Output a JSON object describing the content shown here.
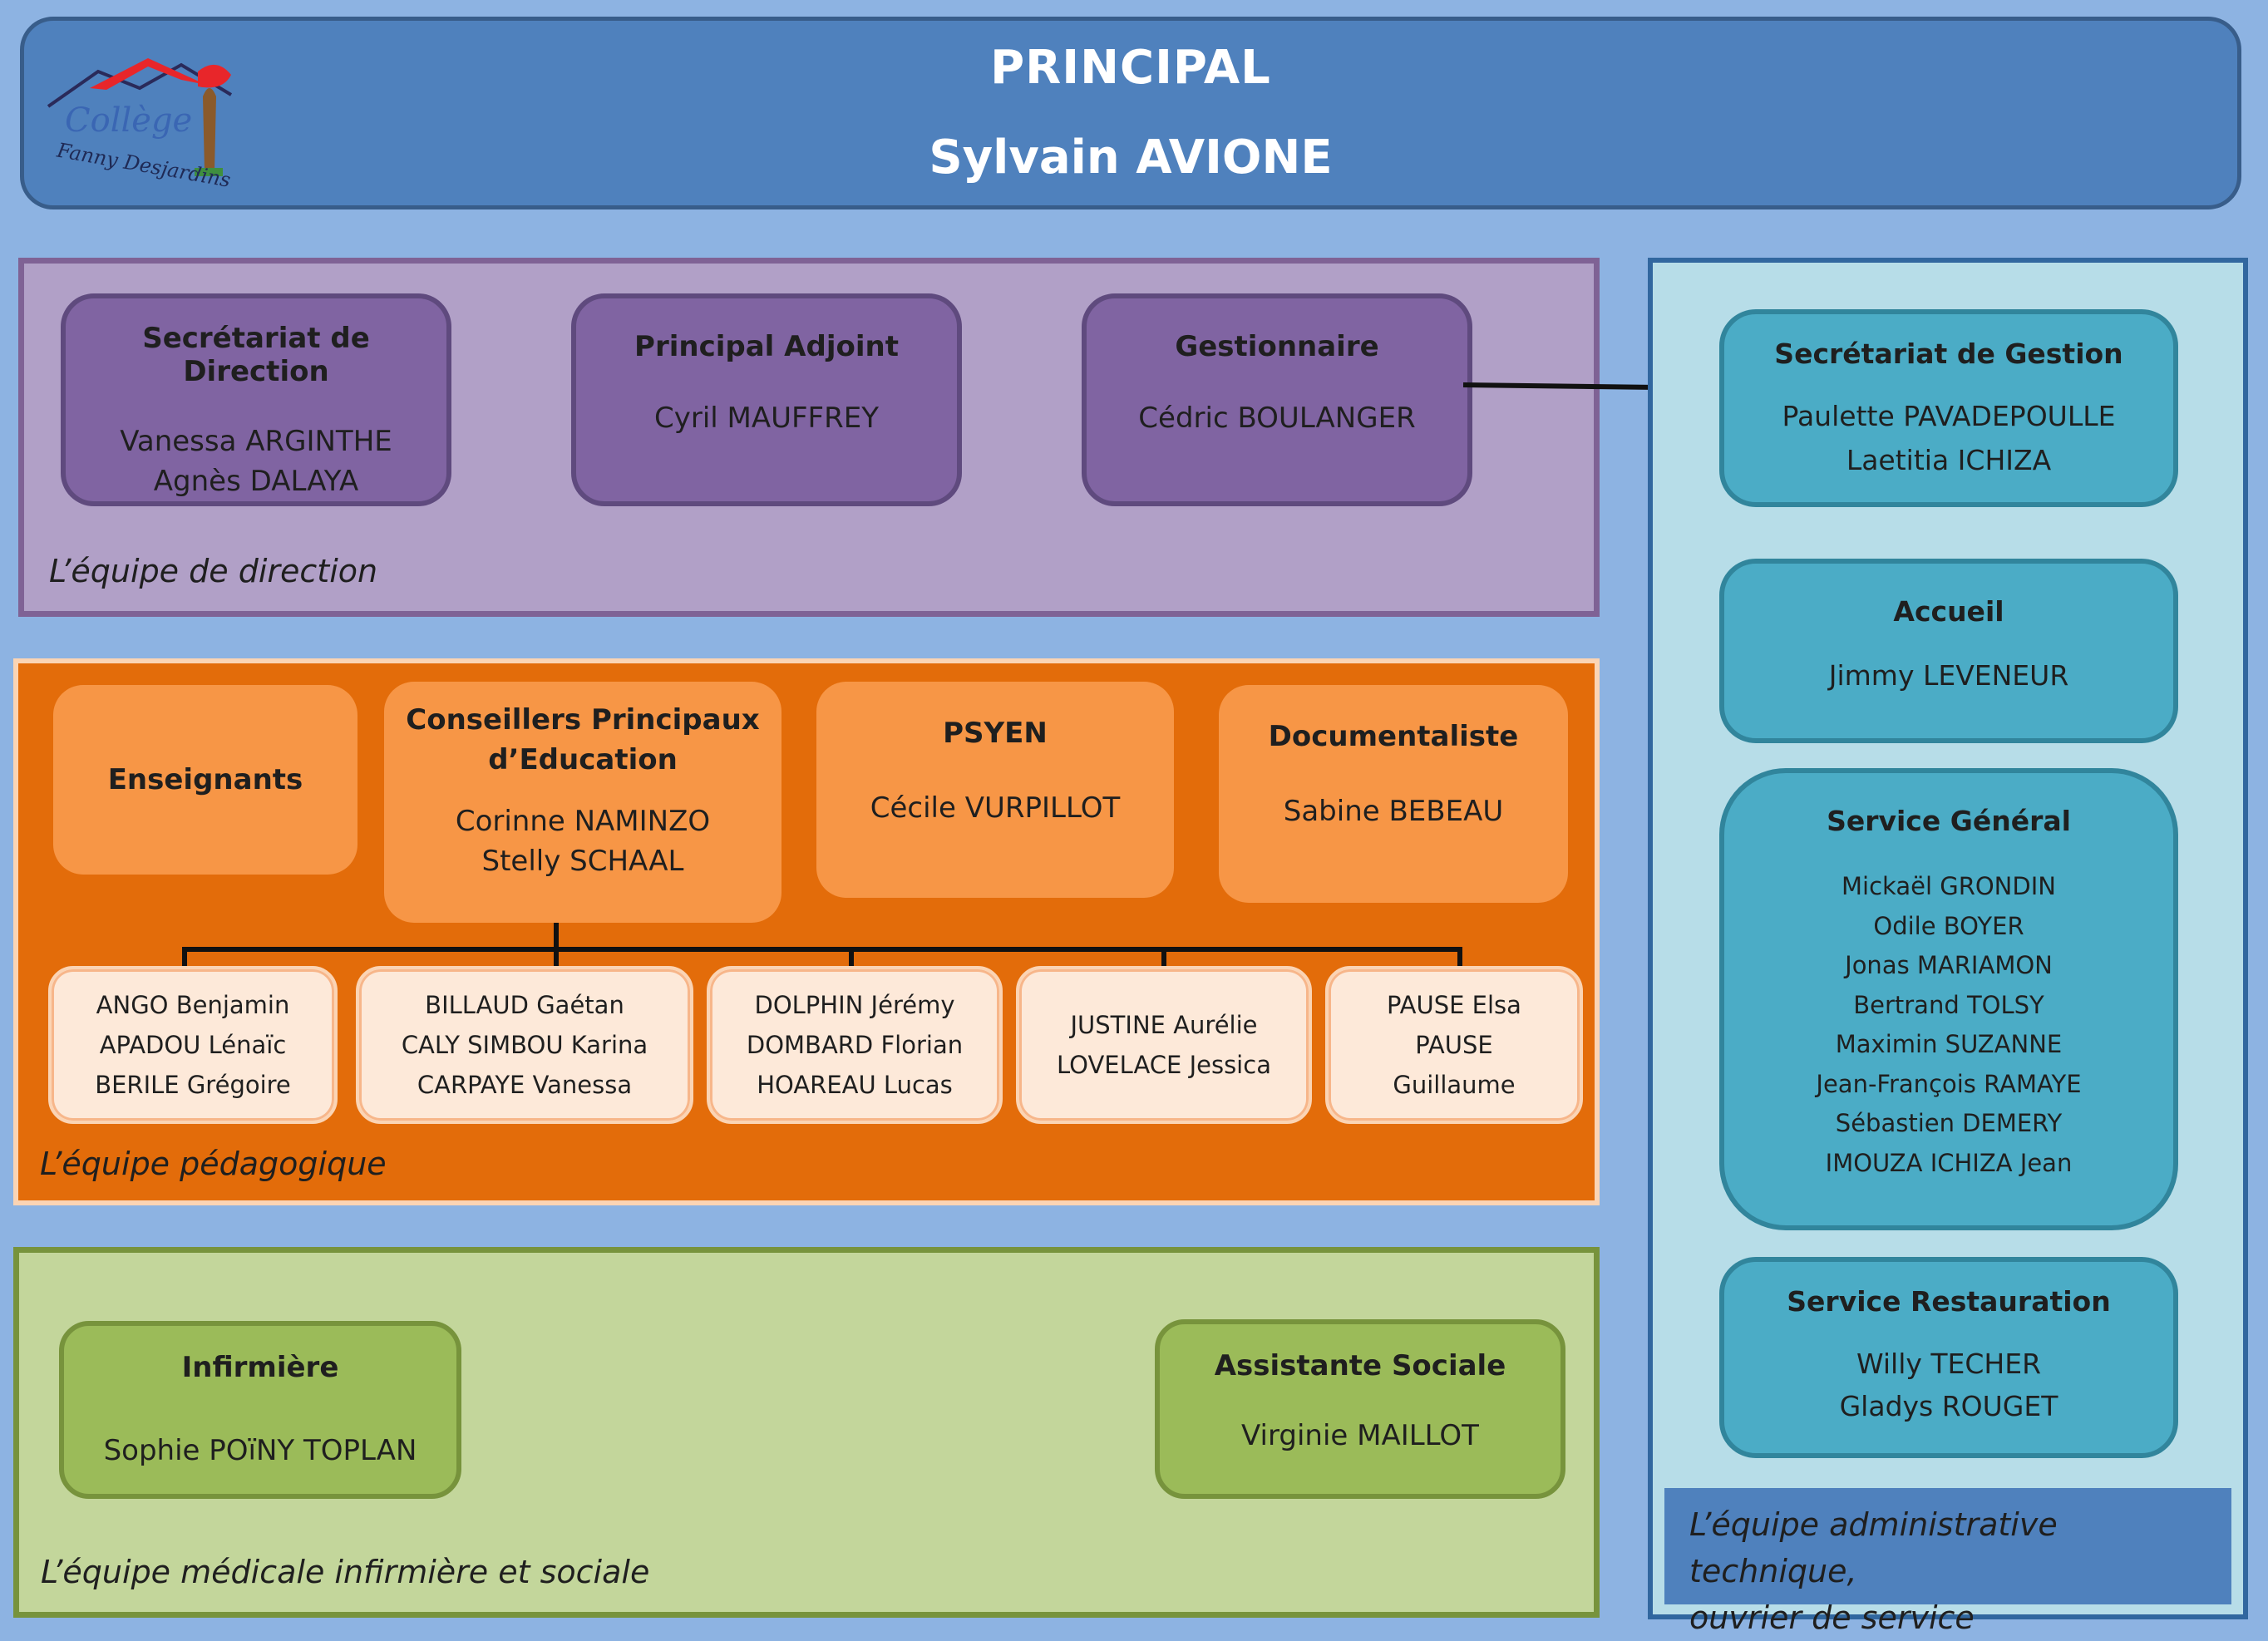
{
  "header": {
    "title": "PRINCIPAL",
    "name": "Sylvain AVIONE",
    "logo": {
      "word1": "Collège",
      "word2": "Fanny Desjardins",
      "roof_color": "#e8262a",
      "text_color": "#3a66b3"
    }
  },
  "direction": {
    "label": "L’équipe de direction",
    "boxes": [
      {
        "title": "Secrétariat de Direction",
        "lines": [
          "Vanessa ARGINTHE",
          "Agnès DALAYA"
        ]
      },
      {
        "title": "Principal Adjoint",
        "lines": [
          "Cyril MAUFFREY"
        ]
      },
      {
        "title": "Gestionnaire",
        "lines": [
          "Cédric BOULANGER"
        ]
      }
    ]
  },
  "pedagogique": {
    "label": "L’équipe pédagogique",
    "boxes": [
      {
        "title": "Enseignants",
        "lines": []
      },
      {
        "title": "Conseillers Principaux d’Education",
        "title_lines": [
          "Conseillers Principaux",
          "d’Education"
        ],
        "lines": [
          "Corinne NAMINZO",
          "Stelly SCHAAL"
        ]
      },
      {
        "title": "PSYEN",
        "lines": [
          "Cécile VURPILLOT"
        ]
      },
      {
        "title": "Documentaliste",
        "lines": [
          "Sabine BEBEAU"
        ]
      }
    ],
    "groups": [
      [
        "ANGO Benjamin",
        "APADOU Lénaïc",
        "BERILE Grégoire"
      ],
      [
        "BILLAUD Gaétan",
        "CALY SIMBOU Karina",
        "CARPAYE Vanessa"
      ],
      [
        "DOLPHIN Jérémy",
        "DOMBARD Florian",
        "HOAREAU Lucas"
      ],
      [
        "JUSTINE Aurélie",
        "LOVELACE Jessica"
      ],
      [
        "PAUSE Elsa",
        "PAUSE",
        "Guillaume"
      ]
    ]
  },
  "medical": {
    "label": "L’équipe médicale infirmière et sociale",
    "boxes": [
      {
        "title": "Infirmière",
        "lines": [
          "Sophie POïNY TOPLAN"
        ]
      },
      {
        "title": "Assistante Sociale",
        "lines": [
          "Virginie MAILLOT"
        ]
      }
    ]
  },
  "admin": {
    "label_lines": [
      "L’équipe administrative technique,",
      "ouvrier de service"
    ],
    "boxes": [
      {
        "title": "Secrétariat de Gestion",
        "lines": [
          "Paulette PAVADEPOULLE",
          "Laetitia ICHIZA"
        ]
      },
      {
        "title": "Accueil",
        "lines": [
          "Jimmy LEVENEUR"
        ]
      },
      {
        "title": "Service Général",
        "lines": [
          "Mickaël GRONDIN",
          "Odile BOYER",
          "Jonas MARIAMON",
          "Bertrand TOLSY",
          "Maximin SUZANNE",
          "Jean-François RAMAYE",
          "Sébastien DEMERY",
          "IMOUZA ICHIZA Jean"
        ]
      },
      {
        "title": "Service Restauration",
        "lines": [
          "Willy TECHER",
          "Gladys ROUGET"
        ]
      }
    ]
  },
  "colors": {
    "background": "#8db3e2",
    "header": "#4f81bd",
    "direction_panel": "#b1a0c7",
    "direction_box": "#8064a2",
    "peda_panel": "#e36c0a",
    "peda_box": "#f79646",
    "peda_subbox": "#fde9d9",
    "med_panel": "#c3d69b",
    "med_box": "#9bbb59",
    "admin_panel": "#b7dde8",
    "admin_box": "#4bacc6"
  }
}
